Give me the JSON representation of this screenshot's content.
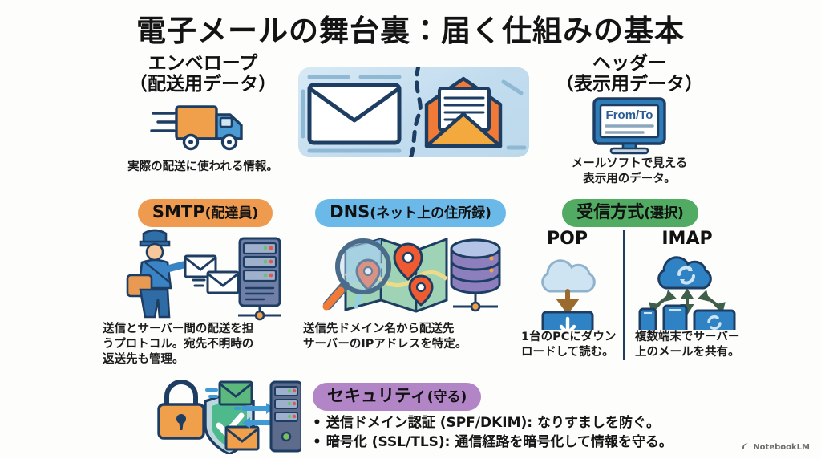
{
  "title": "電子メールの舞台裏：届く仕組みの基本",
  "background_color": "#fdfdfb",
  "envelope_section": {
    "heading_line1": "エンベロープ",
    "heading_line2": "（配送用データ）",
    "icon": "delivery-truck-icon",
    "caption": "実際の配送に使われる情報。"
  },
  "header_section": {
    "heading_line1": "ヘッダー",
    "heading_line2": "（表示用データ）",
    "icon": "desktop-monitor-icon",
    "screen_label": "From/To",
    "caption_line1": "メールソフトで見える",
    "caption_line2": "表示用のデータ。"
  },
  "hero": {
    "icon_left": "closed-envelope-icon",
    "icon_right": "open-envelope-with-letter-icon",
    "divider": "dashed-line"
  },
  "smtp": {
    "badge_main": "SMTP",
    "badge_sub": "(配達員)",
    "badge_color": "#ee9b50",
    "icon": "postman-and-server-icon",
    "caption_line1": "送信とサーバー間の配送を担",
    "caption_line2": "うプロトコル。宛先不明時の",
    "caption_line3": "返送先も管理。"
  },
  "dns": {
    "badge_main": "DNS",
    "badge_sub": "(ネット上の住所録)",
    "badge_color": "#6bb9e9",
    "icon": "magnifier-map-database-icon",
    "caption_line1": "送信先ドメイン名から配送先",
    "caption_line2": "サーバーのIPアドレスを特定。"
  },
  "receive": {
    "badge_main": "受信方式",
    "badge_sub": "(選択)",
    "badge_color": "#51ab62",
    "pop": {
      "title": "POP",
      "icon": "cloud-download-to-desktop-icon",
      "caption_line1": "1台のPCにダウン",
      "caption_line2": "ロードして読む。"
    },
    "imap": {
      "title": "IMAP",
      "icon": "cloud-sync-multi-device-icon",
      "caption_line1": "複数端末でサーバー",
      "caption_line2": "上のメールを共有。"
    }
  },
  "security": {
    "badge_main": "セキュリティ",
    "badge_sub": "(守る)",
    "badge_color": "#b185c6",
    "icon": "padlock-shield-server-icon",
    "bullet1": "• 送信ドメイン認証 (SPF/DKIM): なりすましを防ぐ。",
    "bullet2": "• 暗号化 (SSL/TLS): 通信経路を暗号化して情報を守る。"
  },
  "watermark": {
    "icon": "notebooklm-logo-icon",
    "label": "NotebookLM"
  }
}
